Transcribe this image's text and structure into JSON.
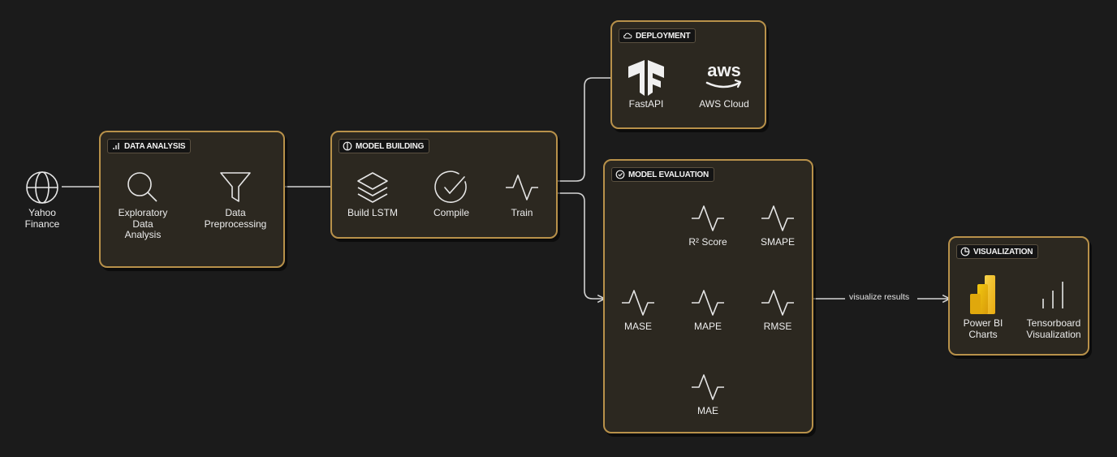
{
  "groups": {
    "data_analysis": "DATA ANALYSIS",
    "model_building": "MODEL BUILDING",
    "deployment": "DEPLOYMENT",
    "model_evaluation": "MODEL EVALUATION",
    "visualization": "VISUALIZATION"
  },
  "nodes": {
    "yahoo": "Yahoo\nFinance",
    "eda": "Exploratory\nData\nAnalysis",
    "preprocessing": "Data\nPreprocessing",
    "build_lstm": "Build LSTM",
    "compile": "Compile",
    "train": "Train",
    "fastapi": "FastAPI",
    "aws": "AWS Cloud",
    "r2": "R² Score",
    "smape": "SMAPE",
    "mase": "MASE",
    "mape": "MAPE",
    "rmse": "RMSE",
    "mae": "MAE",
    "powerbi": "Power BI\nCharts",
    "tensorboard": "Tensorboard\nVisualization"
  },
  "aws_logo_text": "aws",
  "edge_labels": {
    "visualize": "visualize results"
  },
  "icons": {
    "yahoo": "globe-icon",
    "eda": "magnifier-icon",
    "preprocessing": "funnel-icon",
    "build_lstm": "layers-icon",
    "compile": "check-circle-icon",
    "train": "activity-icon",
    "fastapi": "tensorflow-logo",
    "aws": "aws-logo",
    "metrics": "activity-icon",
    "powerbi": "powerbi-logo",
    "tensorboard": "bar-chart-icon"
  },
  "colors": {
    "background": "#1b1b1b",
    "group_fill": "#2c2820",
    "group_border": "#b8914a",
    "line": "#d4d4d4",
    "powerbi_yellow": "#f2c811"
  }
}
